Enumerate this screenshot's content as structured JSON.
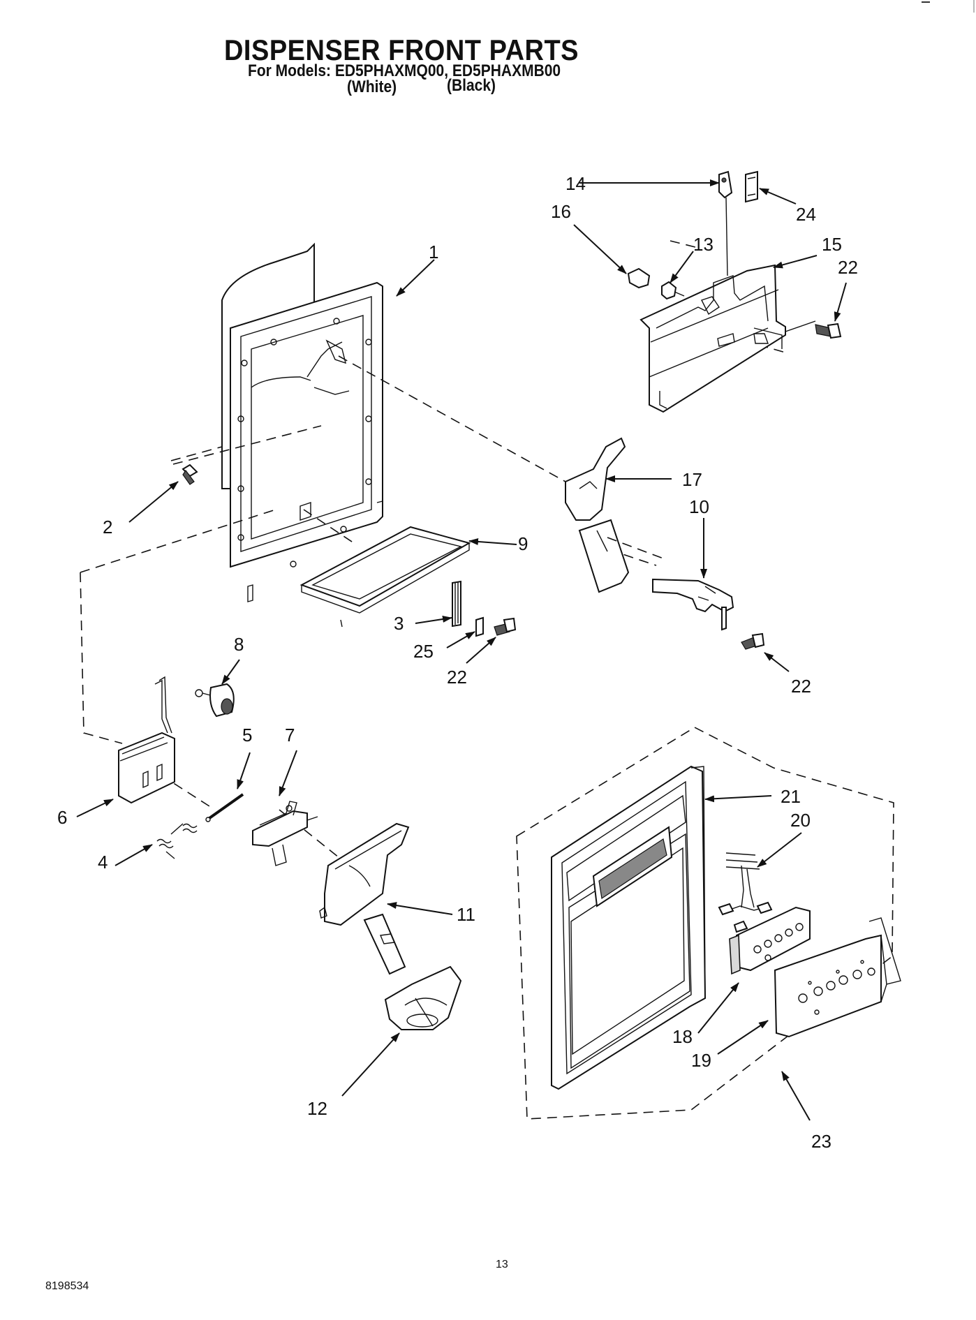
{
  "header": {
    "title": "DISPENSER FRONT PARTS",
    "models_label": "For Models: ED5PHAXMQ00, ED5PHAXMB00",
    "variant_white": "(White)",
    "variant_black": "(Black)"
  },
  "callouts": [
    "1",
    "2",
    "3",
    "4",
    "5",
    "6",
    "7",
    "8",
    "9",
    "10",
    "11",
    "12",
    "13",
    "14",
    "15",
    "16",
    "17",
    "18",
    "19",
    "20",
    "21",
    "22",
    "22",
    "22",
    "23",
    "24",
    "25"
  ],
  "footer": {
    "page_number": "13",
    "document_number": "8198534"
  }
}
